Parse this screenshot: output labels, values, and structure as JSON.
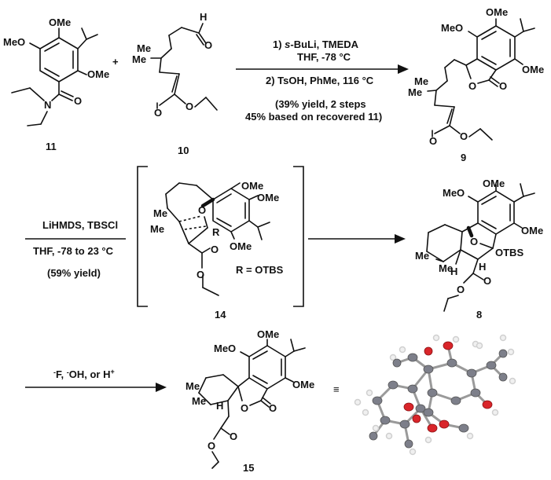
{
  "compounds": {
    "c11": "11",
    "c10": "10",
    "c9": "9",
    "c14": "14",
    "c8": "8",
    "c15": "15"
  },
  "labels": {
    "ome": "OMe",
    "meo": "MeO",
    "me": "Me",
    "h": "H",
    "o": "O",
    "n": "N",
    "r": "R",
    "otbs": "OTBS",
    "r_def": "R = OTBS",
    "plus": "+",
    "equiv": "≡"
  },
  "step1": {
    "line1_prefix": "1) ",
    "line1_italic": "s",
    "line1_rest": "-BuLi, TMEDA",
    "line2": "THF, -78 °C",
    "line3": "2) TsOH, PhMe, 116 °C",
    "line4": "(39% yield, 2 steps",
    "line5": "45% based on recovered 11)"
  },
  "step2": {
    "line1": "LiHMDS, TBSCl",
    "line2": "THF, -78 to 23 °C",
    "line3": "(59% yield)"
  },
  "step3": {
    "f": "F",
    "oh": "OH",
    "or": ", or H",
    "minus": "-",
    "plus": "+",
    "comma": ", "
  }
}
